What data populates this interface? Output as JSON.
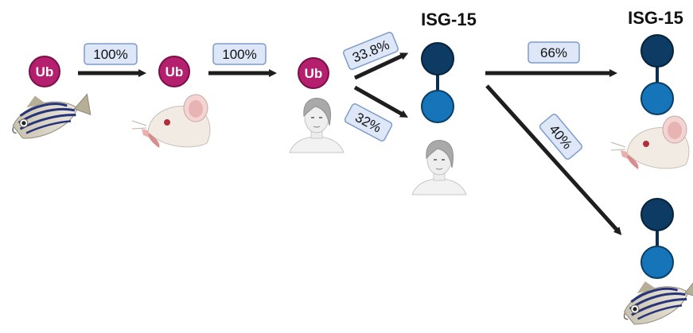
{
  "colors": {
    "ub_fill": "#b5206e",
    "ub_stroke": "#7a0f48",
    "isg_dark": "#0d3b63",
    "isg_light": "#1674b8",
    "arrow": "#1e1e1e",
    "label_fill": "#dde7f8",
    "label_stroke": "#7f9cc9"
  },
  "ubiquitin": {
    "label": "Ub",
    "species": [
      "zebrafish",
      "mouse",
      "human"
    ]
  },
  "isg15": {
    "title_human": "ISG-15",
    "title_mouse": "ISG-15",
    "species": [
      "human",
      "mouse",
      "zebrafish"
    ]
  },
  "identity": {
    "zebrafish_to_mouse_ub": "100%",
    "mouse_to_human_ub": "100%",
    "ub_to_isg15_domain_a": "33.8%",
    "ub_to_isg15_domain_b": "32%",
    "human_to_mouse_isg15": "66%",
    "human_to_zebrafish_isg15": "40%"
  },
  "icons": {
    "zebrafish": "zebrafish-icon",
    "mouse": "mouse-icon",
    "human": "human-icon"
  }
}
